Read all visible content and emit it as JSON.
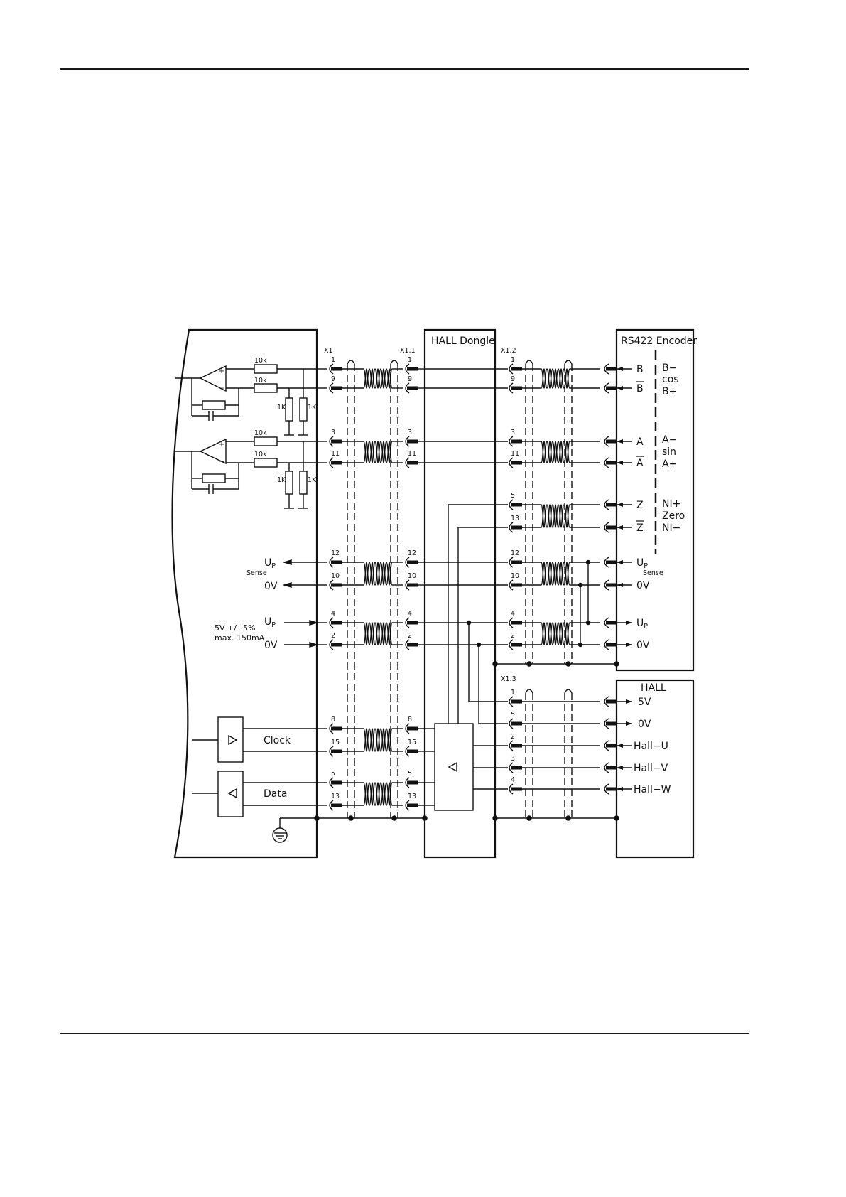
{
  "diagram": {
    "blocks": {
      "dongle": "HALL Dongle",
      "encoder": "RS422 Encoder",
      "hall": "HALL"
    },
    "connectors": {
      "x1": "X1",
      "x11": "X1.1",
      "x12": "X1.2",
      "x13": "X1.3"
    },
    "resistors": {
      "r10k": "10k",
      "r1k": "1K"
    },
    "amp_signs": {
      "plus": "+",
      "minus": "−"
    },
    "drive": {
      "up": "U",
      "up_sub": "P",
      "sense": "Sense",
      "zero_v": "0V",
      "supply_line1": "5V +/−5%",
      "supply_line2": "max. 150mA",
      "clock": "Clock",
      "data": "Data"
    },
    "pins": {
      "x1": [
        "1",
        "9",
        "3",
        "11",
        "12",
        "10",
        "4",
        "2",
        "8",
        "15",
        "5",
        "13"
      ],
      "x11": [
        "1",
        "9",
        "3",
        "11",
        "12",
        "10",
        "4",
        "2",
        "8",
        "15",
        "5",
        "13"
      ],
      "x12": [
        "1",
        "9",
        "3",
        "11",
        "5",
        "13",
        "12",
        "10",
        "4",
        "2"
      ],
      "x13": [
        "1",
        "5",
        "2",
        "3",
        "4"
      ]
    },
    "encoder_signals": [
      {
        "sig": "B",
        "desc": "B−"
      },
      {
        "sig": "B",
        "desc": "cos",
        "bar": true
      },
      {
        "sig": "",
        "desc": "B+"
      },
      {
        "sig": "A",
        "desc": "A−"
      },
      {
        "sig": "A",
        "desc": "sin",
        "bar": true
      },
      {
        "sig": "",
        "desc": "A+"
      },
      {
        "sig": "Z",
        "desc": "NI+"
      },
      {
        "sig": "Z",
        "desc": "Zero",
        "bar": true
      },
      {
        "sig": "",
        "desc": "NI−"
      }
    ],
    "encoder_power": {
      "up": "U",
      "up_sub": "P",
      "sense": "Sense",
      "zero_v": "0V"
    },
    "hall_signals": [
      "5V",
      "0V",
      "Hall−U",
      "Hall−V",
      "Hall−W"
    ]
  }
}
